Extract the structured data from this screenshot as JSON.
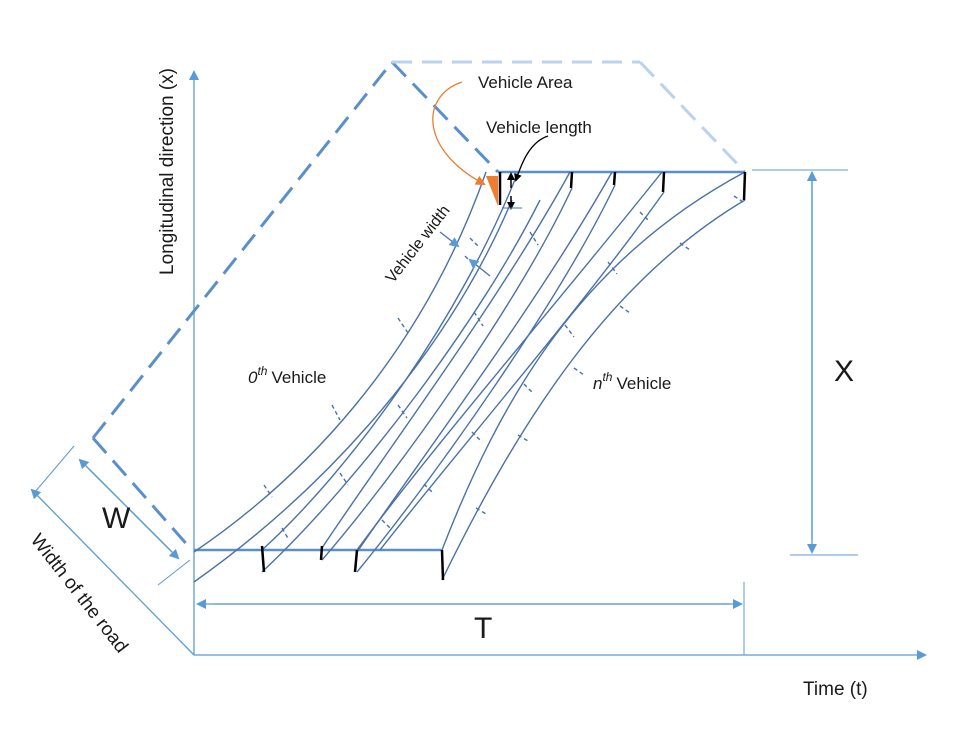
{
  "labels": {
    "y_axis": "Longitudinal direction (x)",
    "x_axis": "Time (t)",
    "depth_axis": "Width of the road",
    "vehicle_area": "Vehicle Area",
    "vehicle_length": "Vehicle length",
    "vehicle_width": "Vehicle width",
    "first_vehicle_index": "0",
    "first_vehicle_sup": "th",
    "first_vehicle_word": "Vehicle",
    "last_vehicle_index": "n",
    "last_vehicle_sup": "th",
    "last_vehicle_word": "Vehicle",
    "dim_X": "X",
    "dim_T": "T",
    "dim_W": "W"
  },
  "colors": {
    "axis": "#5b9bd5",
    "trajectory": "#4a72a8",
    "box": "#5b8fc9",
    "box_faded": "#b9d3ec",
    "vehicle_area_fill": "#ed7d31",
    "callout_line": "#ed7d31",
    "tick": "#000000"
  }
}
